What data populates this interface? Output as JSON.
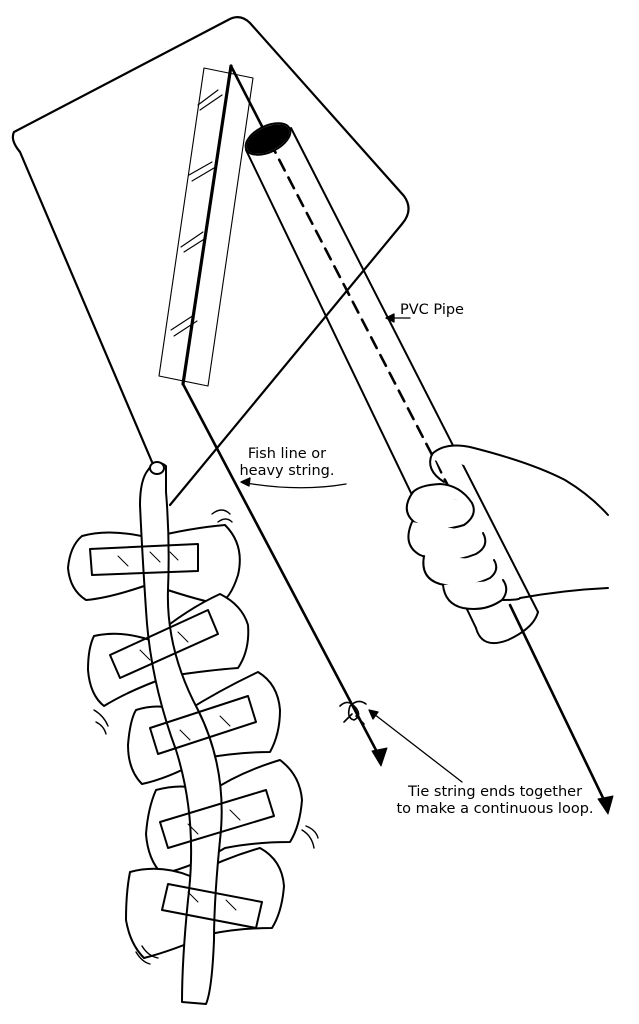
{
  "labels": {
    "pvc_pipe": "PVC Pipe",
    "fish_line_1": "Fish line or",
    "fish_line_2": "heavy string.",
    "tie_1": "Tie string ends together",
    "tie_2": "to make a continuous loop."
  },
  "colors": {
    "ink": "#000000",
    "paper": "#ffffff"
  }
}
